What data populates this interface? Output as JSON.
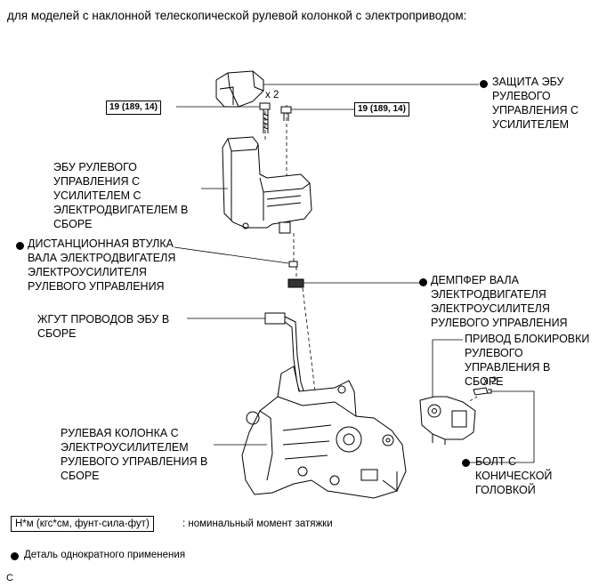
{
  "header": "для моделей с наклонной телескопической рулевой колонкой с электроприводом:",
  "parts": {
    "ecu_cover": [
      "ЗАЩИТА ЭБУ",
      "РУЛЕВОГО",
      "УПРАВЛЕНИЯ С",
      "УСИЛИТЕЛЕМ"
    ],
    "ecu_assy": [
      "ЭБУ РУЛЕВОГО",
      "УПРАВЛЕНИЯ С",
      "УСИЛИТЕЛЕМ С",
      "ЭЛЕКТРОДВИГАТЕЛЕМ В",
      "СБОРЕ"
    ],
    "spacer": [
      "ДИСТАНЦИОННАЯ ВТУЛКА",
      "ВАЛА ЭЛЕКТРОДВИГАТЕЛЯ",
      "ЭЛЕКТРОУСИЛИТЕЛЯ",
      "РУЛЕВОГО УПРАВЛЕНИЯ"
    ],
    "damper": [
      "ДЕМПФЕР ВАЛА",
      "ЭЛЕКТРОДВИГАТЕЛЯ",
      "ЭЛЕКТРОУСИЛИТЕЛЯ",
      "РУЛЕВОГО УПРАВЛЕНИЯ"
    ],
    "wire": [
      "ЖГУТ ПРОВОДОВ ЭБУ В",
      "СБОРЕ"
    ],
    "lock": [
      "ПРИВОД БЛОКИРОВКИ",
      "РУЛЕВОГО",
      "УПРАВЛЕНИЯ В",
      "СБОРЕ"
    ],
    "column": [
      "РУЛЕВАЯ КОЛОНКА С",
      "ЭЛЕКТРОУСИЛИТЕЛЕМ",
      "РУЛЕВОГО УПРАВЛЕНИЯ В",
      "СБОРЕ"
    ],
    "bolt": [
      "БОЛТ С",
      "КОНИЧЕСКОЙ",
      "ГОЛОВКОЙ"
    ]
  },
  "multipliers": {
    "cover_bolts": "x 2",
    "taper_bolts": "x 2"
  },
  "torque": {
    "left": "19 (189, 14)",
    "right": "19 (189, 14)"
  },
  "legend": {
    "torque_box": "Н*м (кгс*см, фунт-сила-фут)",
    "torque_desc": ": номинальный момент затяжки",
    "single_use": "Деталь однократного применения"
  },
  "corner_code": "C"
}
